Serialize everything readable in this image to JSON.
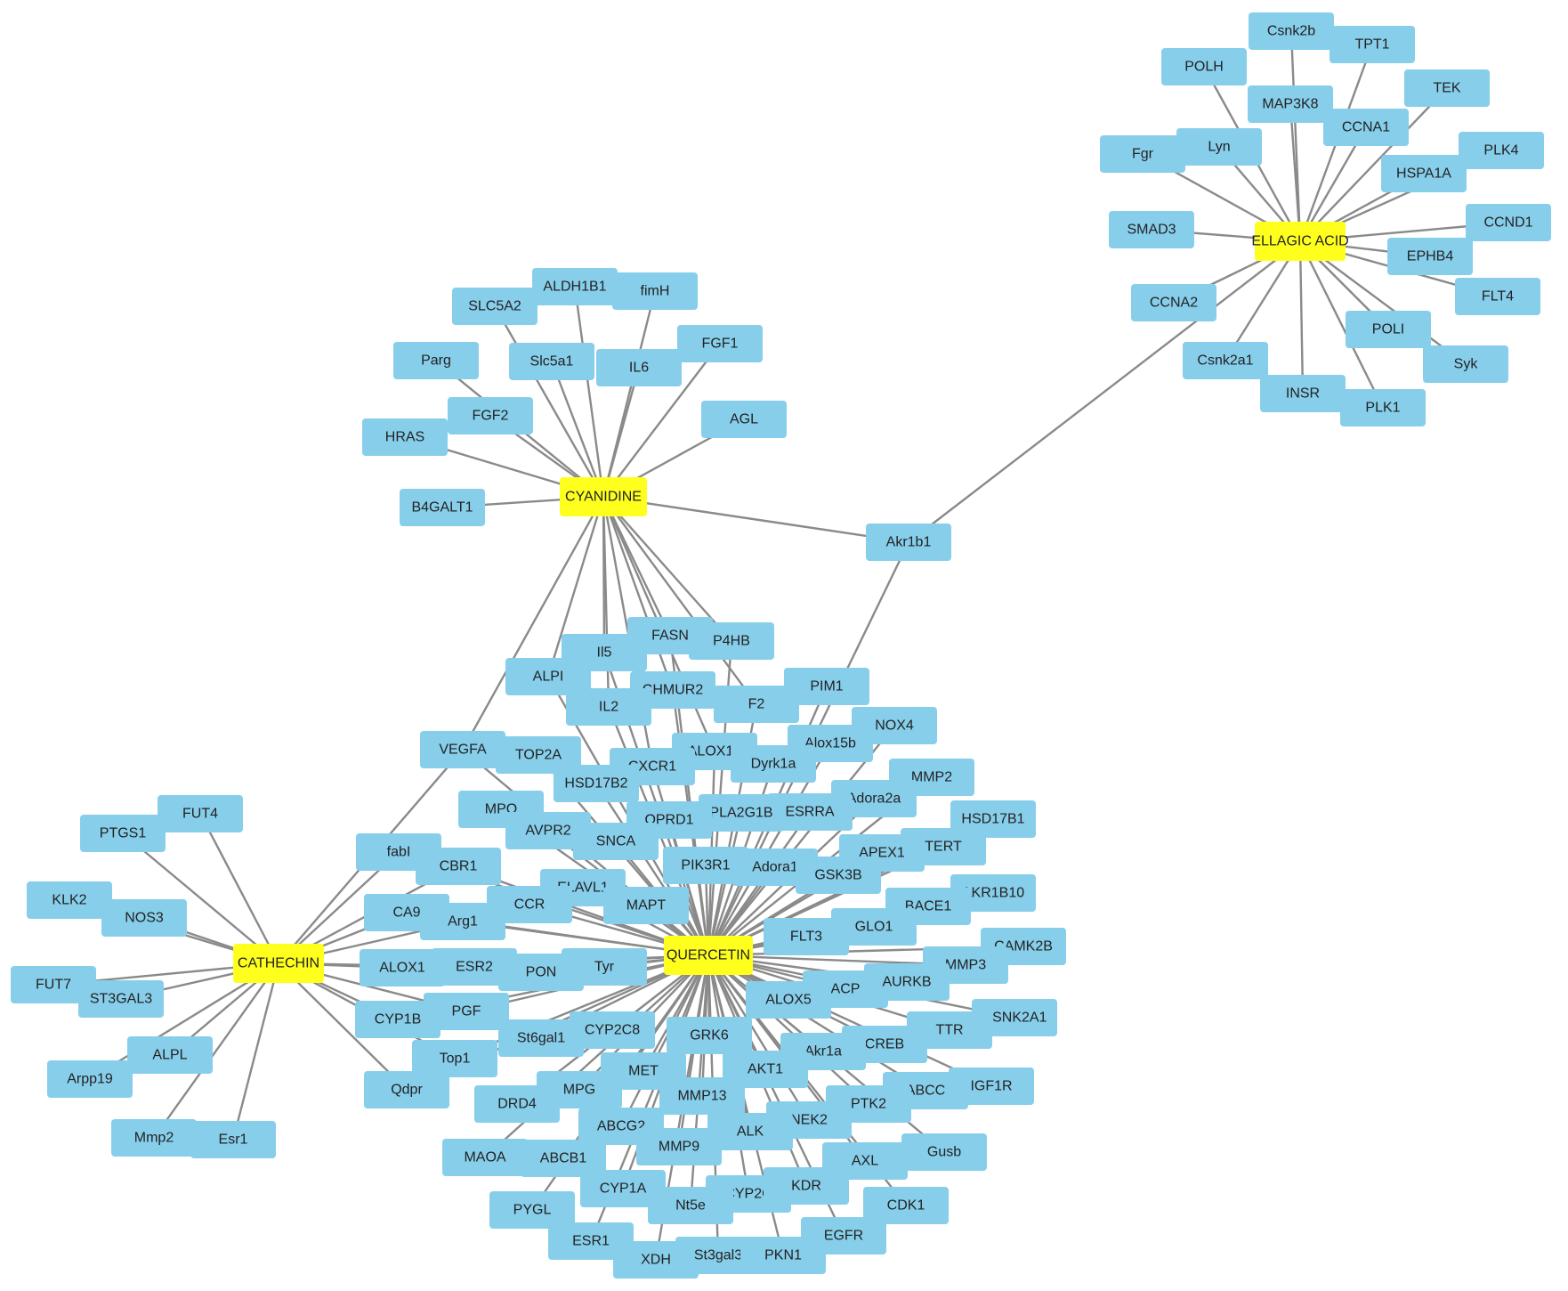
{
  "colors": {
    "compound": "#ffff1e",
    "target": "#87ceeb",
    "edge": "#8a8a8a",
    "label": "#222222"
  },
  "hubs": [
    {
      "id": "ellagic",
      "label": "ELLAGIC ACID"
    },
    {
      "id": "cyanidine",
      "label": "CYANIDINE"
    },
    {
      "id": "cathechin",
      "label": "CATHECHIN"
    },
    {
      "id": "quercetin",
      "label": "QUERCETIN"
    }
  ],
  "targets": [
    {
      "label": "Csnk2b",
      "hubs": [
        "ellagic"
      ]
    },
    {
      "label": "TPT1",
      "hubs": [
        "ellagic"
      ]
    },
    {
      "label": "POLH",
      "hubs": [
        "ellagic"
      ]
    },
    {
      "label": "TEK",
      "hubs": [
        "ellagic"
      ]
    },
    {
      "label": "MAP3K8",
      "hubs": [
        "ellagic"
      ]
    },
    {
      "label": "CCNA1",
      "hubs": [
        "ellagic"
      ]
    },
    {
      "label": "Lyn",
      "hubs": [
        "ellagic"
      ]
    },
    {
      "label": "Fgr",
      "hubs": [
        "ellagic"
      ]
    },
    {
      "label": "PLK4",
      "hubs": [
        "ellagic"
      ]
    },
    {
      "label": "HSPA1A",
      "hubs": [
        "ellagic"
      ]
    },
    {
      "label": "CCND1",
      "hubs": [
        "ellagic"
      ]
    },
    {
      "label": "SMAD3",
      "hubs": [
        "ellagic"
      ]
    },
    {
      "label": "EPHB4",
      "hubs": [
        "ellagic"
      ]
    },
    {
      "label": "FLT4",
      "hubs": [
        "ellagic"
      ]
    },
    {
      "label": "CCNA2",
      "hubs": [
        "ellagic"
      ]
    },
    {
      "label": "POLI",
      "hubs": [
        "ellagic"
      ]
    },
    {
      "label": "Csnk2a1",
      "hubs": [
        "ellagic"
      ]
    },
    {
      "label": "Syk",
      "hubs": [
        "ellagic"
      ]
    },
    {
      "label": "INSR",
      "hubs": [
        "ellagic"
      ]
    },
    {
      "label": "PLK1",
      "hubs": [
        "ellagic"
      ]
    },
    {
      "label": "ALDH1B1",
      "hubs": [
        "cyanidine"
      ]
    },
    {
      "label": "fimH",
      "hubs": [
        "cyanidine"
      ]
    },
    {
      "label": "SLC5A2",
      "hubs": [
        "cyanidine"
      ]
    },
    {
      "label": "FGF1",
      "hubs": [
        "cyanidine"
      ]
    },
    {
      "label": "Parg",
      "hubs": [
        "cyanidine"
      ]
    },
    {
      "label": "Slc5a1",
      "hubs": [
        "cyanidine"
      ]
    },
    {
      "label": "IL6",
      "hubs": [
        "cyanidine"
      ]
    },
    {
      "label": "FGF2",
      "hubs": [
        "cyanidine"
      ]
    },
    {
      "label": "AGL",
      "hubs": [
        "cyanidine"
      ]
    },
    {
      "label": "HRAS",
      "hubs": [
        "cyanidine"
      ]
    },
    {
      "label": "B4GALT1",
      "hubs": [
        "cyanidine"
      ]
    },
    {
      "label": "Akr1b1",
      "hubs": [
        "ellagic",
        "cyanidine",
        "quercetin"
      ]
    },
    {
      "label": "FASN",
      "hubs": [
        "cyanidine",
        "quercetin"
      ]
    },
    {
      "label": "P4HB",
      "hubs": [
        "cyanidine",
        "quercetin"
      ]
    },
    {
      "label": "Il5",
      "hubs": [
        "cyanidine",
        "quercetin"
      ]
    },
    {
      "label": "ALPI",
      "hubs": [
        "cyanidine",
        "quercetin"
      ]
    },
    {
      "label": "CHMUR2",
      "hubs": [
        "cyanidine",
        "quercetin"
      ]
    },
    {
      "label": "PIM1",
      "hubs": [
        "quercetin"
      ]
    },
    {
      "label": "IL2",
      "hubs": [
        "cyanidine",
        "quercetin"
      ]
    },
    {
      "label": "F2",
      "hubs": [
        "cyanidine",
        "quercetin"
      ]
    },
    {
      "label": "NOX4",
      "hubs": [
        "quercetin"
      ]
    },
    {
      "label": "VEGFA",
      "hubs": [
        "cyanidine",
        "cathechin",
        "quercetin"
      ]
    },
    {
      "label": "TOP2A",
      "hubs": [
        "quercetin"
      ]
    },
    {
      "label": "ALOX12",
      "hubs": [
        "cyanidine",
        "quercetin"
      ]
    },
    {
      "label": "Alox15b",
      "hubs": [
        "quercetin"
      ]
    },
    {
      "label": "CXCR1",
      "hubs": [
        "cyanidine",
        "quercetin"
      ]
    },
    {
      "label": "Dyrk1a",
      "hubs": [
        "quercetin"
      ]
    },
    {
      "label": "HSD17B2",
      "hubs": [
        "quercetin"
      ]
    },
    {
      "label": "MMP2",
      "hubs": [
        "quercetin"
      ]
    },
    {
      "label": "Adora2a",
      "hubs": [
        "quercetin"
      ]
    },
    {
      "label": "HSD17B1",
      "hubs": [
        "quercetin"
      ]
    },
    {
      "label": "MPO",
      "hubs": [
        "quercetin"
      ]
    },
    {
      "label": "ESRRA",
      "hubs": [
        "quercetin"
      ]
    },
    {
      "label": "PLA2G1B",
      "hubs": [
        "quercetin"
      ]
    },
    {
      "label": "OPRD1",
      "hubs": [
        "quercetin"
      ]
    },
    {
      "label": "AVPR2",
      "hubs": [
        "quercetin"
      ]
    },
    {
      "label": "SNCA",
      "hubs": [
        "quercetin"
      ]
    },
    {
      "label": "TERT",
      "hubs": [
        "quercetin"
      ]
    },
    {
      "label": "APEX1",
      "hubs": [
        "quercetin"
      ]
    },
    {
      "label": "PIK3R1",
      "hubs": [
        "quercetin"
      ]
    },
    {
      "label": "Adora1",
      "hubs": [
        "quercetin"
      ]
    },
    {
      "label": "GSK3B",
      "hubs": [
        "quercetin"
      ]
    },
    {
      "label": "AKR1B10",
      "hubs": [
        "quercetin"
      ]
    },
    {
      "label": "BACE1",
      "hubs": [
        "quercetin"
      ]
    },
    {
      "label": "ELAVL1",
      "hubs": [
        "quercetin"
      ]
    },
    {
      "label": "MAPT",
      "hubs": [
        "quercetin"
      ]
    },
    {
      "label": "CCR",
      "hubs": [
        "quercetin"
      ]
    },
    {
      "label": "FLT3",
      "hubs": [
        "quercetin"
      ]
    },
    {
      "label": "GLO1",
      "hubs": [
        "quercetin"
      ]
    },
    {
      "label": "CAMK2B",
      "hubs": [
        "quercetin"
      ]
    },
    {
      "label": "MMP3",
      "hubs": [
        "quercetin"
      ]
    },
    {
      "label": "Tyr",
      "hubs": [
        "quercetin"
      ]
    },
    {
      "label": "PON",
      "hubs": [
        "quercetin"
      ]
    },
    {
      "label": "ESR2",
      "hubs": [
        "cathechin",
        "quercetin"
      ]
    },
    {
      "label": "ACP",
      "hubs": [
        "quercetin"
      ]
    },
    {
      "label": "AURKB",
      "hubs": [
        "quercetin"
      ]
    },
    {
      "label": "ALOX5",
      "hubs": [
        "quercetin"
      ]
    },
    {
      "label": "CSNK2A1",
      "hubs": [
        "quercetin"
      ]
    },
    {
      "label": "PGF",
      "hubs": [
        "cathechin",
        "quercetin"
      ]
    },
    {
      "label": "St6gal1",
      "hubs": [
        "quercetin"
      ]
    },
    {
      "label": "CYP2C8",
      "hubs": [
        "quercetin"
      ]
    },
    {
      "label": "TTR",
      "hubs": [
        "quercetin"
      ]
    },
    {
      "label": "GRK6",
      "hubs": [
        "quercetin"
      ]
    },
    {
      "label": "CREB",
      "hubs": [
        "quercetin"
      ]
    },
    {
      "label": "Akr1a",
      "hubs": [
        "quercetin"
      ]
    },
    {
      "label": "Top1",
      "hubs": [
        "cathechin",
        "quercetin"
      ]
    },
    {
      "label": "AKT1",
      "hubs": [
        "quercetin"
      ]
    },
    {
      "label": "IGF1R",
      "hubs": [
        "quercetin"
      ]
    },
    {
      "label": "MET",
      "hubs": [
        "quercetin"
      ]
    },
    {
      "label": "ABCC",
      "hubs": [
        "quercetin"
      ]
    },
    {
      "label": "MPG",
      "hubs": [
        "quercetin"
      ]
    },
    {
      "label": "MMP13",
      "hubs": [
        "quercetin"
      ]
    },
    {
      "label": "PTK2",
      "hubs": [
        "quercetin"
      ]
    },
    {
      "label": "DRD4",
      "hubs": [
        "quercetin"
      ]
    },
    {
      "label": "NEK2",
      "hubs": [
        "quercetin"
      ]
    },
    {
      "label": "ABCG2",
      "hubs": [
        "quercetin"
      ]
    },
    {
      "label": "ALK",
      "hubs": [
        "quercetin"
      ]
    },
    {
      "label": "Gusb",
      "hubs": [
        "quercetin"
      ]
    },
    {
      "label": "MMP9",
      "hubs": [
        "quercetin"
      ]
    },
    {
      "label": "MAOA",
      "hubs": [
        "quercetin"
      ]
    },
    {
      "label": "ABCB1",
      "hubs": [
        "quercetin"
      ]
    },
    {
      "label": "AXL",
      "hubs": [
        "quercetin"
      ]
    },
    {
      "label": "CYP1A",
      "hubs": [
        "quercetin"
      ]
    },
    {
      "label": "CYP2C",
      "hubs": [
        "quercetin"
      ]
    },
    {
      "label": "KDR",
      "hubs": [
        "quercetin"
      ]
    },
    {
      "label": "CDK1",
      "hubs": [
        "quercetin"
      ]
    },
    {
      "label": "PYGL",
      "hubs": [
        "quercetin"
      ]
    },
    {
      "label": "Nt5e",
      "hubs": [
        "quercetin"
      ]
    },
    {
      "label": "ESR1",
      "hubs": [
        "quercetin"
      ]
    },
    {
      "label": "EGFR",
      "hubs": [
        "quercetin"
      ]
    },
    {
      "label": "XDH",
      "hubs": [
        "quercetin"
      ]
    },
    {
      "label": "St3gal3",
      "hubs": [
        "quercetin"
      ]
    },
    {
      "label": "PKN1",
      "hubs": [
        "quercetin"
      ]
    },
    {
      "label": "fabI",
      "hubs": [
        "cathechin",
        "quercetin"
      ]
    },
    {
      "label": "CBR1",
      "hubs": [
        "cathechin",
        "quercetin"
      ]
    },
    {
      "label": "CA9",
      "hubs": [
        "cathechin",
        "quercetin"
      ]
    },
    {
      "label": "Arg1",
      "hubs": [
        "cathechin",
        "quercetin"
      ]
    },
    {
      "label": "ALOX1",
      "hubs": [
        "cathechin",
        "quercetin"
      ]
    },
    {
      "label": "CYP1B",
      "hubs": [
        "cathechin",
        "quercetin"
      ]
    },
    {
      "label": "Qdpr",
      "hubs": [
        "cathechin",
        "quercetin"
      ]
    },
    {
      "label": "FUT4",
      "hubs": [
        "cathechin"
      ]
    },
    {
      "label": "PTGS1",
      "hubs": [
        "cathechin"
      ]
    },
    {
      "label": "KLK2",
      "hubs": [
        "cathechin"
      ]
    },
    {
      "label": "NOS3",
      "hubs": [
        "cathechin"
      ]
    },
    {
      "label": "FUT7",
      "hubs": [
        "cathechin"
      ]
    },
    {
      "label": "ST3GAL3",
      "hubs": [
        "cathechin"
      ]
    },
    {
      "label": "ALPL",
      "hubs": [
        "cathechin"
      ]
    },
    {
      "label": "Arpp19",
      "hubs": [
        "cathechin"
      ]
    },
    {
      "label": "Mmp2",
      "hubs": [
        "cathechin"
      ]
    },
    {
      "label": "Esr1",
      "hubs": [
        "cathechin"
      ]
    }
  ]
}
